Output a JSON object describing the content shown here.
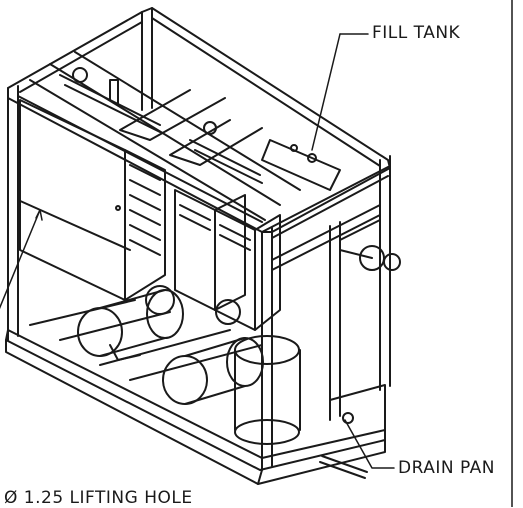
{
  "callouts": {
    "fill_tank": "FILL TANK",
    "drain_pan": "DRAIN PAN",
    "lifting_hole": "Ø 1.25 LIFTING HOLE"
  },
  "colors": {
    "line": "#1a1a1a",
    "background": "#ffffff"
  }
}
